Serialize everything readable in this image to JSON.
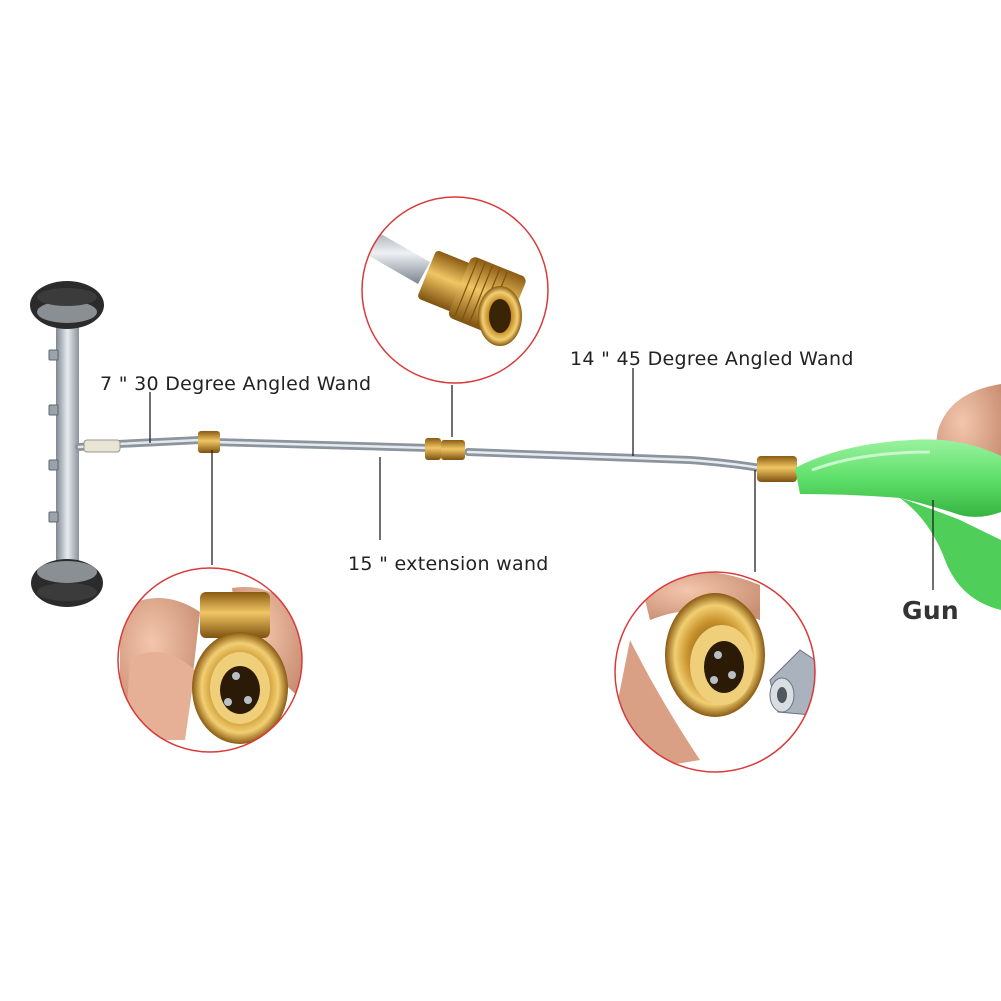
{
  "labels": {
    "wand_7": "7 \" 30 Degree Angled Wand",
    "wand_14": "14 \" 45 Degree Angled Wand",
    "extension_15": "15 \"  extension wand",
    "gun": "Gun"
  },
  "colors": {
    "circle_border": "#d93a3a",
    "brass": "#c9952e",
    "steel": "#a9b2bd",
    "gun_green": "#5fe06a",
    "wheel": "#2b2b2b"
  }
}
